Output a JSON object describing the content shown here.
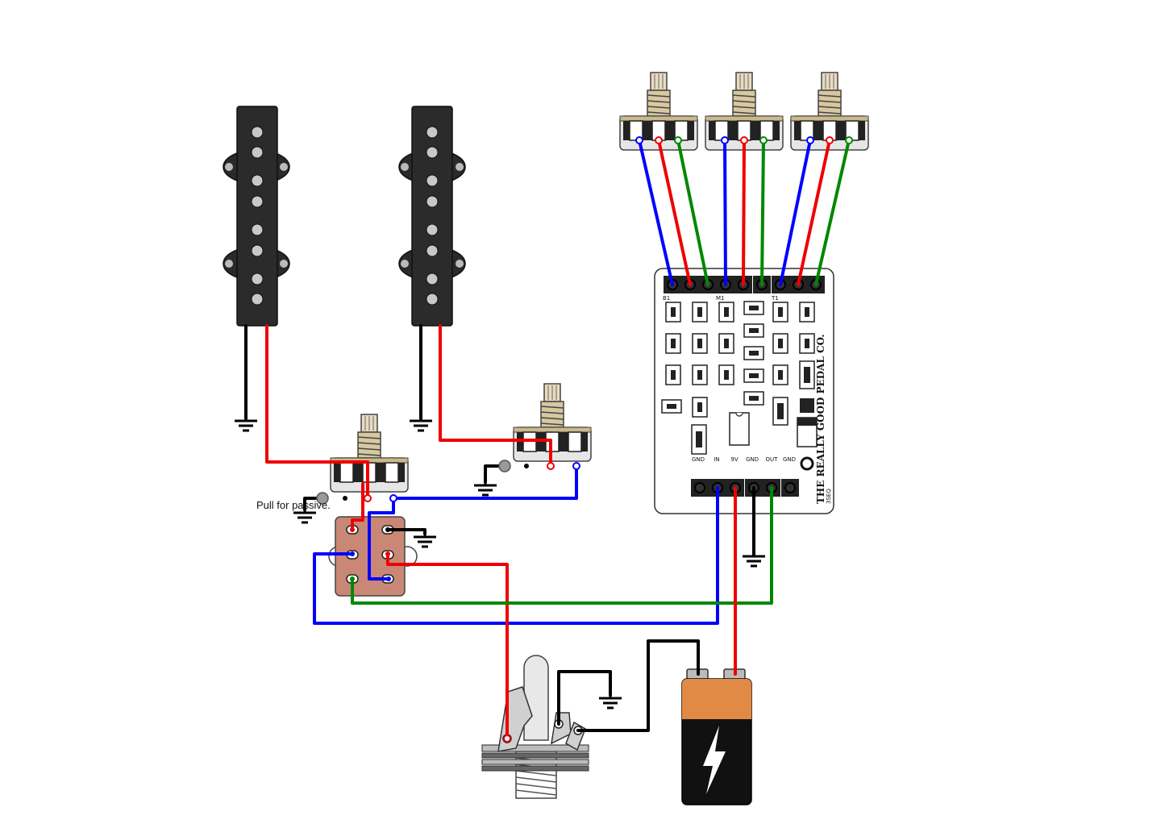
{
  "diagram": {
    "note_pull": "Pull for passive.",
    "board": {
      "top_labels": [
        "B1",
        "M1",
        "T1"
      ],
      "bottom_labels": [
        "GND",
        "IN",
        "9V",
        "GND",
        "OUT",
        "GND"
      ],
      "brand": "THE REALLY GOOD PEDAL CO.",
      "model": "3SEQ"
    }
  }
}
